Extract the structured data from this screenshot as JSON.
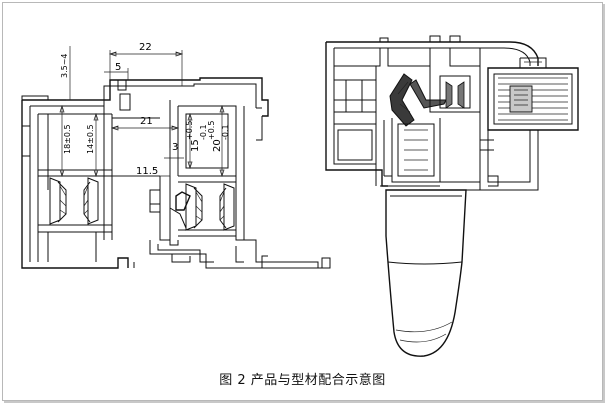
{
  "figure": {
    "caption": "图 2  产品与型材配合示意图",
    "dimensions": {
      "d22": "22",
      "d5": "5",
      "d35_4": "3.5~4",
      "d21": "21",
      "d18": "18±0.5",
      "d14": "14±0.5",
      "d15": "15",
      "d15_tol_up": "+0.5",
      "d15_tol_dn": "-0.1",
      "d20": "20",
      "d20_tol_up": "+0.5",
      "d20_tol_dn": "-0.1",
      "d3": "3",
      "d115": "11.5"
    }
  }
}
